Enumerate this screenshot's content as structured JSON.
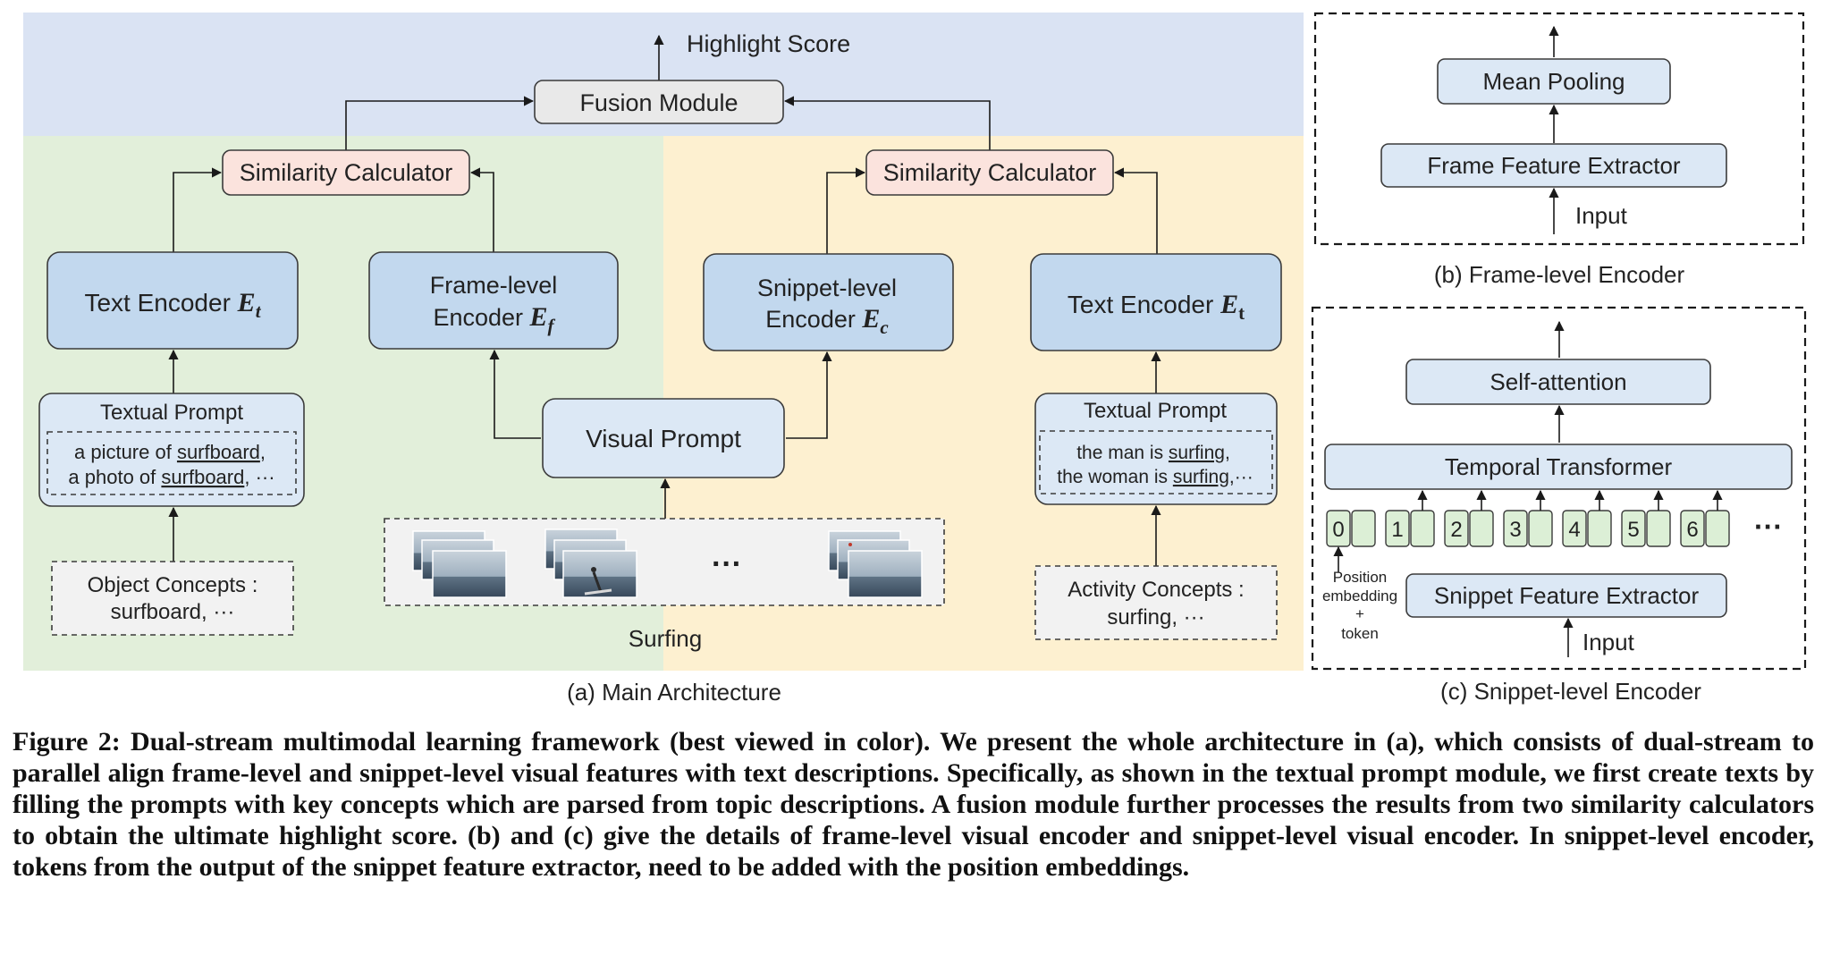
{
  "main": {
    "highlight_score": "Highlight Score",
    "fusion_module": "Fusion Module",
    "similarity_left": "Similarity Calculator",
    "similarity_right": "Similarity Calculator",
    "text_encoder_left": "Text Encoder",
    "text_encoder_left_sym": "E",
    "text_encoder_left_sub": "t",
    "frame_encoder_line1": "Frame-level",
    "frame_encoder_line2": "Encoder",
    "frame_encoder_sym": "E",
    "frame_encoder_sub": "f",
    "snippet_encoder_line1": "Snippet-level",
    "snippet_encoder_line2": "Encoder",
    "snippet_encoder_sym": "E",
    "snippet_encoder_sub": "c",
    "text_encoder_right": "Text Encoder",
    "text_encoder_right_sym": "E",
    "text_encoder_right_sub": "t",
    "textual_prompt_left": {
      "title": "Textual Prompt",
      "line1_pre": "a picture of ",
      "line1_word": "surfboard",
      "line1_post": ",",
      "line2_pre": "a photo of ",
      "line2_word": "surfboard",
      "line2_post": ", ···"
    },
    "visual_prompt": "Visual Prompt",
    "textual_prompt_right": {
      "title": "Textual Prompt",
      "line1_pre": "the man is ",
      "line1_word": "surfing",
      "line1_post": ",",
      "line2_pre": "the woman is ",
      "line2_word": "surfing",
      "line2_post": ",···"
    },
    "object_concepts_line1": "Object Concepts :",
    "object_concepts_line2": "surfboard, ···",
    "activity_concepts_line1": "Activity Concepts :",
    "activity_concepts_line2": "surfing, ···",
    "frames_ellipsis": "···",
    "video_label": "Surfing",
    "caption": "(a) Main Architecture"
  },
  "frame_encoder_panel": {
    "mean_pooling": "Mean Pooling",
    "frame_feature_extractor": "Frame Feature Extractor",
    "input": "Input",
    "caption": "(b) Frame-level Encoder"
  },
  "snippet_encoder_panel": {
    "self_attention": "Self-attention",
    "temporal_transformer": "Temporal Transformer",
    "tokens": [
      "0",
      "1",
      "2",
      "3",
      "4",
      "5",
      "6"
    ],
    "tokens_ellipsis": "···",
    "position_note_line1": "Position",
    "position_note_line2": "embedding",
    "position_note_line3": "+",
    "position_note_line4": "token",
    "snippet_feature_extractor": "Snippet Feature Extractor",
    "input": "Input",
    "caption": "(c) Snippet-level Encoder"
  },
  "figure_caption": "Figure 2: Dual-stream multimodal learning framework (best viewed in color). We present the whole architecture in (a), which consists of dual-stream to parallel align frame-level and snippet-level visual features with text descriptions. Specifically, as shown in the textual prompt module, we first create texts by filling the prompts with key concepts which are parsed from topic descriptions. A fusion module further processes the results from two similarity calculators to obtain the ultimate highlight score. (b) and (c) give the details of frame-level visual encoder and snippet-level visual encoder. In snippet-level encoder, tokens from the output of the snippet feature extractor, need to be added with the position embeddings.",
  "colors": {
    "top_band": "#dae3f3",
    "left_region": "#e2efda",
    "right_region": "#fdf0d0",
    "encoder_fill": "#c2d8ee",
    "similarity_fill": "#fbe3dd"
  }
}
